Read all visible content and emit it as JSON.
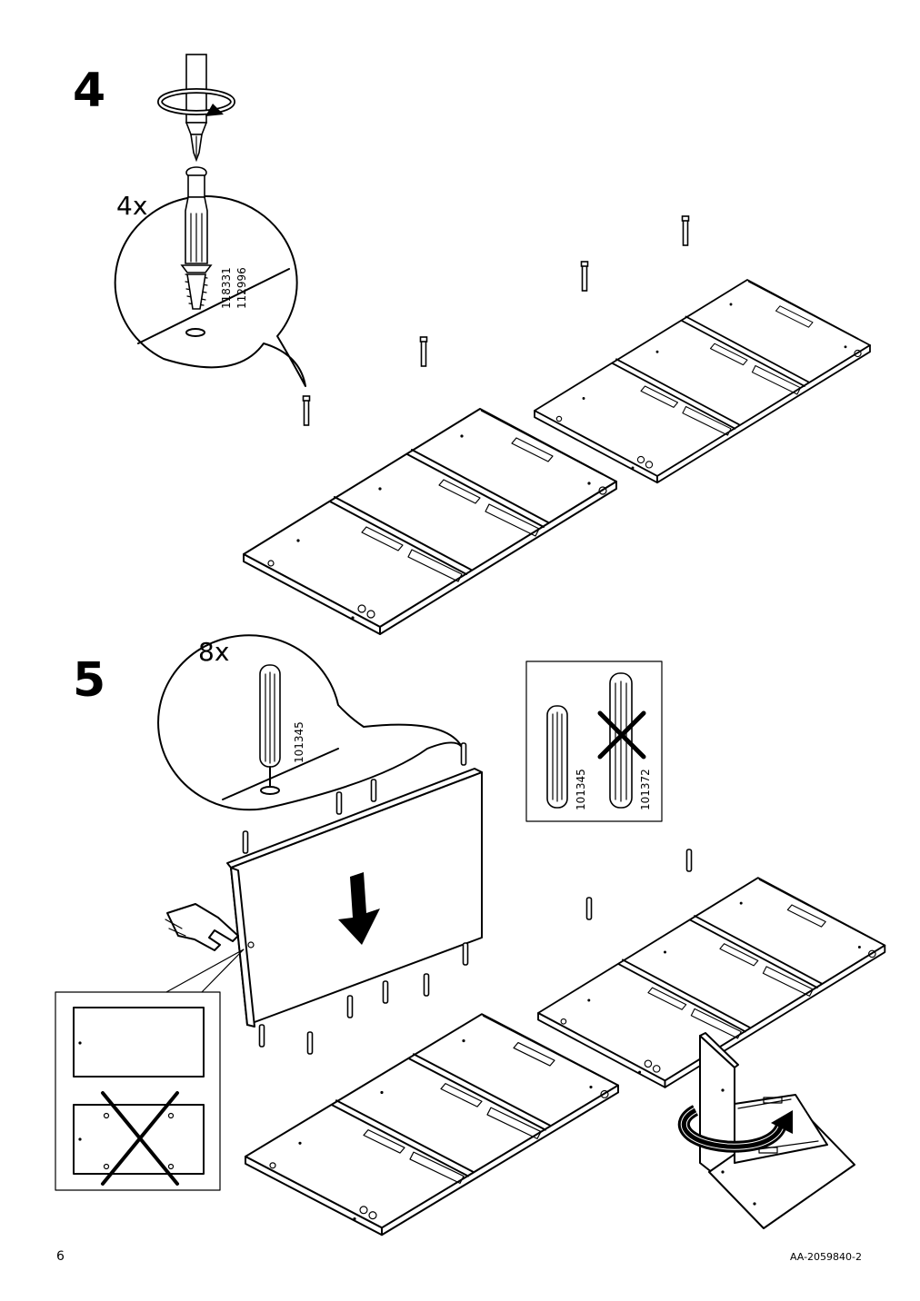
{
  "steps": [
    {
      "number": "4",
      "quantity": "4x",
      "part_numbers": [
        "118331",
        "112996"
      ]
    },
    {
      "number": "5",
      "quantity": "8x",
      "part_number": "101345",
      "compare": {
        "correct": "101345",
        "wrong": "101372"
      }
    }
  ],
  "footer": {
    "page_number": "6",
    "doc_code": "AA-2059840-2"
  },
  "icons": {
    "screwdriver": "screwdriver-icon",
    "rotate": "rotate-arrow-icon",
    "down_arrow": "down-arrow-icon",
    "hand": "hand-pointing-icon",
    "cross": "wrong-cross-icon",
    "flip": "flip-arrow-icon"
  }
}
